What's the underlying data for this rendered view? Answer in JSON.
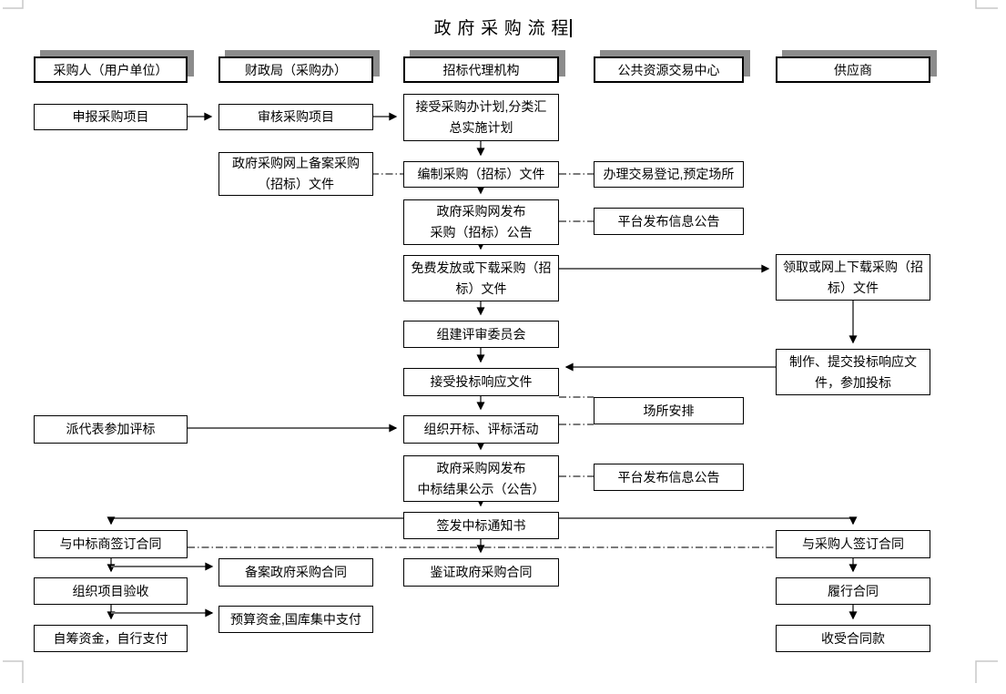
{
  "header": {
    "title": "政 府 采 购 流 程"
  },
  "lanes": [
    {
      "label": "采购人（用户单位）"
    },
    {
      "label": "财政局（采购办）"
    },
    {
      "label": "招标代理机构"
    },
    {
      "label": "公共资源交易中心"
    },
    {
      "label": "供应商"
    }
  ],
  "nodes": {
    "declare": {
      "label": "申报采购项目"
    },
    "send_rep": {
      "label": "派代表参加评标"
    },
    "sign_with_winner": {
      "label": "与中标商签订合同"
    },
    "organize_acceptance": {
      "label": "组织项目验收"
    },
    "self_fund": {
      "label": "自筹资金，自行支付"
    },
    "review": {
      "label": "审核采购项目"
    },
    "online_filing": {
      "label": "政府采购网上备案采购\n（招标）文件"
    },
    "file_contract": {
      "label": "备案政府采购合同"
    },
    "budget_pay": {
      "label": "预算资金,国库集中支付"
    },
    "accept_plan": {
      "label": "接受采购办计划,分类汇\n总实施计划"
    },
    "compile_docs": {
      "label": "编制采购（招标）文件"
    },
    "publish_announcement": {
      "label": "政府采购网发布\n采购（招标）公告"
    },
    "distribute_docs": {
      "label": "免费发放或下载采购（招\n标）文件"
    },
    "form_committee": {
      "label": "组建评审委员会"
    },
    "accept_bids": {
      "label": "接受投标响应文件"
    },
    "open_evaluate": {
      "label": "组织开标、评标活动"
    },
    "publish_result": {
      "label": "政府采购网发布\n中标结果公示（公告）"
    },
    "issue_notice": {
      "label": "签发中标通知书"
    },
    "certify_contract": {
      "label": "鉴证政府采购合同"
    },
    "register": {
      "label": "办理交易登记,预定场所"
    },
    "platform_info_1": {
      "label": "平台发布信息公告"
    },
    "venue": {
      "label": "场所安排"
    },
    "platform_info_2": {
      "label": "平台发布信息公告"
    },
    "obtain_docs": {
      "label": "领取或网上下载采购（招\n标）文件"
    },
    "prepare_bid": {
      "label": "制作、提交投标响应文\n件，参加投标"
    },
    "sign_with_purchaser": {
      "label": "与采购人签订合同"
    },
    "perform": {
      "label": "履行合同"
    },
    "receive_payment": {
      "label": "收受合同款"
    }
  },
  "colors": {
    "box_border": "#000000",
    "header_shadow": "#8c8c8c",
    "connector": "#696969",
    "dashdot_link": "#2b2b2b",
    "corner_mark": "#c8c8c8"
  }
}
